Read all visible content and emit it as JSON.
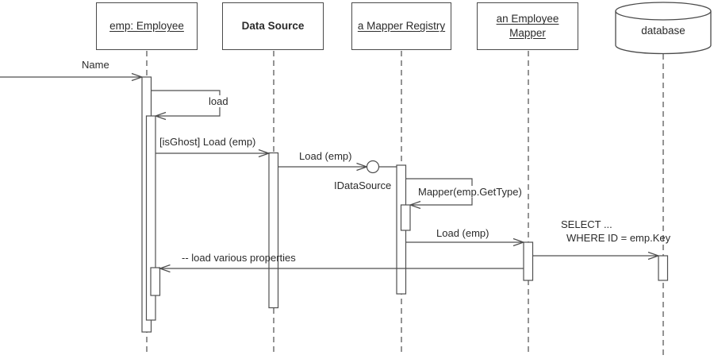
{
  "diagram_type": "uml-sequence-diagram",
  "colors": {
    "background": "#ffffff",
    "line": "#4f4f4f",
    "text": "#2b2b2b"
  },
  "participants": [
    {
      "label": "emp: Employee",
      "style": "underlined",
      "kind": "object"
    },
    {
      "label": "Data Source",
      "style": "bold",
      "kind": "class"
    },
    {
      "label": "a Mapper Registry",
      "style": "underlined",
      "kind": "object"
    },
    {
      "label": "an Employee Mapper",
      "style": "underlined",
      "kind": "object"
    },
    {
      "label": "database",
      "style": "plain",
      "kind": "datastore-cylinder"
    }
  ],
  "messages": {
    "name": "Name",
    "load_self": "load",
    "isghost_load": "[isGhost] Load (emp)",
    "load_emp_to_registry": "Load (emp)",
    "idatasource": "IDataSource",
    "mapper_gettype_self": "Mapper(emp.GetType)",
    "load_emp_to_mapper": "Load (emp)",
    "select_line1": "SELECT ...",
    "select_line2": "WHERE ID = emp.Key",
    "return_load_properties": "-- load various properties"
  }
}
